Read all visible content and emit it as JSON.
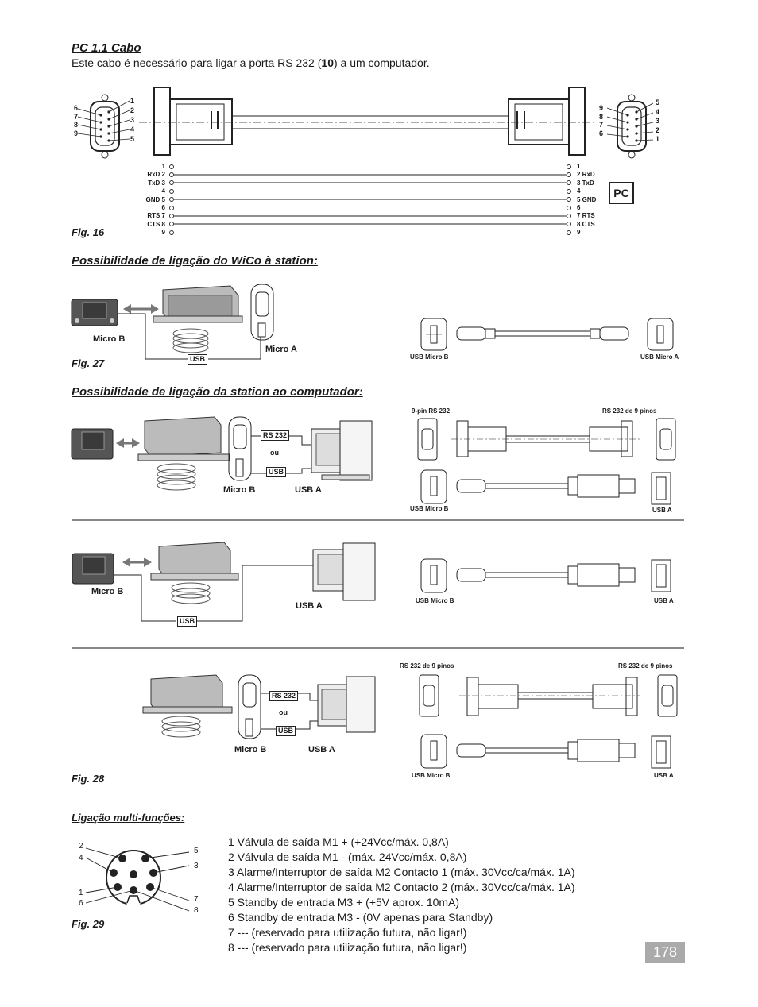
{
  "section1": {
    "title": "PC 1.1 Cabo",
    "intro_before": "Este cabo é necessário para ligar a porta RS 232 (",
    "intro_bold": "10",
    "intro_after": ") a um computador."
  },
  "fig16": {
    "label": "Fig. 16",
    "left_connector_pins_left": [
      "6",
      "7",
      "8",
      "9"
    ],
    "left_connector_pins_right": [
      "1",
      "2",
      "3",
      "4",
      "5"
    ],
    "right_connector_pins_left": [
      "9",
      "8",
      "7",
      "6"
    ],
    "right_connector_pins_right": [
      "5",
      "4",
      "3",
      "2",
      "1"
    ],
    "left_signals": [
      "1",
      "RxD 2",
      "TxD 3",
      "4",
      "GND 5",
      "6",
      "RTS 7",
      "CTS 8",
      "9"
    ],
    "right_signals": [
      "1",
      "2 RxD",
      "3 TxD",
      "4",
      "5 GND",
      "6",
      "7 RTS",
      "8 CTS",
      "9"
    ],
    "pc_label": "PC"
  },
  "section2": {
    "title": "Possibilidade de ligação do WiCo à station:",
    "micro_b": "Micro B",
    "micro_a": "Micro A",
    "usb_tag": "USB",
    "cable_left": "USB Micro B",
    "cable_right": "USB Micro A",
    "fig": "Fig. 27"
  },
  "section3": {
    "title": "Possibilidade de ligação da station ao computador:",
    "block1": {
      "rs232_tag": "RS 232",
      "ou": "ou",
      "usb_tag": "USB",
      "micro_b": "Micro B",
      "usb_a": "USB A",
      "rs_left": "9-pin RS 232",
      "rs_right": "RS 232 de 9 pinos",
      "usb_left": "USB Micro B",
      "usb_right": "USB A"
    },
    "block2": {
      "micro_b": "Micro B",
      "usb_tag": "USB",
      "usb_a": "USB A",
      "usb_left": "USB Micro B",
      "usb_right": "USB A"
    },
    "block3": {
      "rs232_tag": "RS 232",
      "ou": "ou",
      "usb_tag": "USB",
      "micro_b": "Micro B",
      "usb_a": "USB A",
      "rs_left": "RS 232 de 9 pinos",
      "rs_right": "RS 232 de 9 pinos",
      "usb_left": "USB Micro B",
      "usb_right": "USB A"
    },
    "fig": "Fig. 28"
  },
  "section4": {
    "title": "Ligação multi-funções:",
    "fig": "Fig. 29",
    "pin_labels": [
      "2",
      "4",
      "1",
      "6",
      "5",
      "3",
      "7",
      "8"
    ],
    "pins": [
      "1 Válvula de saída M1 + (+24Vcc/máx. 0,8A)",
      "2 Válvula de saída M1 - (máx. 24Vcc/máx. 0,8A)",
      "3 Alarme/Interruptor de saída M2 Contacto 1 (máx. 30Vcc/ca/máx. 1A)",
      "4 Alarme/Interruptor de saída M2 Contacto 2 (máx. 30Vcc/ca/máx. 1A)",
      "5 Standby de entrada M3 + (+5V aprox. 10mA)",
      "6 Standby de entrada M3 - (0V apenas para Standby)",
      "7 --- (reservado para utilização futura, não ligar!)",
      "8 --- (reservado para utilização futura, não ligar!)"
    ]
  },
  "page_number": "178"
}
